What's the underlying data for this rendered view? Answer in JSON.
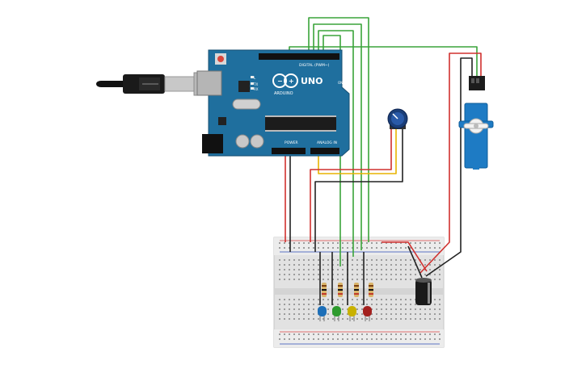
{
  "arduino": {
    "brand": "ARDUINO",
    "model": "UNO",
    "digital_header": "DIGITAL (PWM~)",
    "power_header": "POWER",
    "analog_header": "ANALOG IN",
    "led_l": "L",
    "led_tx": "TX",
    "led_rx": "RX",
    "led_on": "ON"
  },
  "colors": {
    "board": "#1f6f9e",
    "breadboard": "#e3e3e3",
    "wire_red": "#d0302e",
    "wire_black": "#222222",
    "wire_green": "#3aa43a",
    "wire_yellow": "#e8b400",
    "led_blue": "#1d6fb8",
    "led_green": "#2e9b2e",
    "led_yellow": "#c9b100",
    "led_red": "#a3201e",
    "servo": "#1e7bc4"
  },
  "components": [
    "usb-cable",
    "arduino-uno",
    "potentiometer",
    "servo-motor",
    "breadboard",
    "resistor",
    "led-blue",
    "led-green",
    "led-yellow",
    "led-red",
    "capacitor"
  ]
}
